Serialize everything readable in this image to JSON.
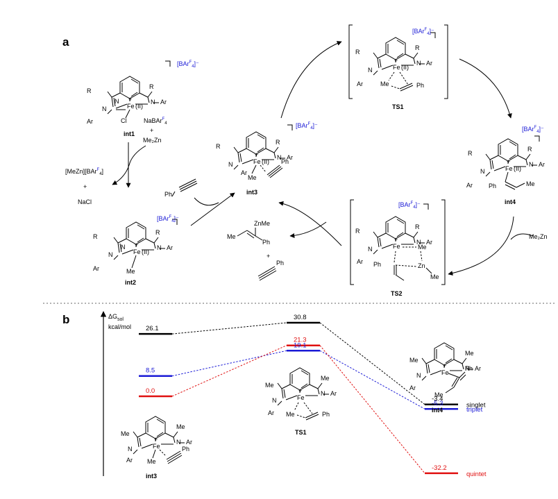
{
  "panels": {
    "a": "a",
    "b": "b"
  },
  "labels": {
    "R": "R",
    "Ar": "Ar",
    "N": "N",
    "Fe": "Fe",
    "FeII": "Fe",
    "II": "(II)",
    "Cl": "Cl",
    "Me": "Me",
    "Ph": "Ph",
    "Zn": "Zn",
    "ZnMe": "ZnMe",
    "plus": "+",
    "Me2Zn": "Me₂Zn",
    "NaCl": "NaCl",
    "NaBArF4": "NaBAr",
    "counterion_pre": "[BAr",
    "counterion_post": "]⁻",
    "F": "F",
    "four": "4",
    "MeZn": "[MeZn][BAr",
    "MeZn_post": "]"
  },
  "species": {
    "int1": "int1",
    "int2": "int2",
    "int3": "int3",
    "int4": "int4",
    "TS1": "TS1",
    "TS2": "TS2"
  },
  "energy_diagram": {
    "axis_label": "ΔG",
    "axis_sub": "sol",
    "unit": "kcal/mol",
    "int3": [
      {
        "state": "singlet",
        "value": "26.1",
        "color": "#000000"
      },
      {
        "state": "triplet",
        "value": "8.5",
        "color": "#1a1ad6"
      },
      {
        "state": "quintet",
        "value": "0.0",
        "color": "#e01010"
      }
    ],
    "TS1": [
      {
        "state": "singlet",
        "value": "30.8",
        "color": "#000000"
      },
      {
        "state": "quintet",
        "value": "21.3",
        "color": "#e01010"
      },
      {
        "state": "triplet",
        "value": "19.1",
        "color": "#1a1ad6"
      }
    ],
    "int4": [
      {
        "state": "singlet",
        "value": "-3.4",
        "color": "#000000"
      },
      {
        "state": "triplet",
        "value": "-5.3",
        "color": "#1a1ad6"
      },
      {
        "state": "quintet",
        "value": "-32.2",
        "color": "#e01010"
      }
    ],
    "legend": [
      {
        "name": "singlet",
        "color": "#000000"
      },
      {
        "name": "triplet",
        "color": "#1a1ad6"
      },
      {
        "name": "quintet",
        "color": "#e01010"
      }
    ]
  }
}
